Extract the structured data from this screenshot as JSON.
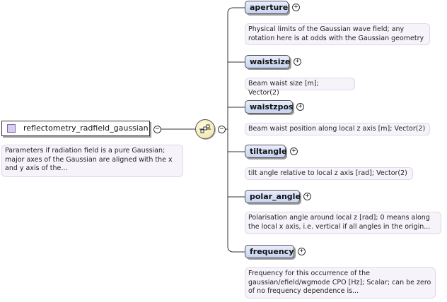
{
  "root": {
    "label": "reflectometry_radfield_gaussian",
    "doc": "Parameters if radiation field is a pure Gaussian; major axes of the Gaussian are aligned with the x and y axis of the..."
  },
  "children": [
    {
      "label": "aperture",
      "doc": "Physical limits of the Gaussian wave field; any rotation here is at odds with the Gaussian geometry"
    },
    {
      "label": "waistsize",
      "doc": "Beam waist size [m]; Vector(2)"
    },
    {
      "label": "waistzpos",
      "doc": "Beam waist position along local z axis [m]; Vector(2)"
    },
    {
      "label": "tiltangle",
      "doc": "tilt angle relative to local z axis [rad]; Vector(2)"
    },
    {
      "label": "polar_angle",
      "doc": "Polarisation angle around local z [rad]; 0 means along the local x axis, i.e. vertical if all angles in the origin..."
    },
    {
      "label": "frequency",
      "doc": "Frequency for this occurrence of the gaussian/efield/wgmode CPO [Hz]; Scalar; can be zero of no frequency dependence is..."
    }
  ],
  "symbols": {
    "collapse": "−",
    "expand": "+"
  }
}
